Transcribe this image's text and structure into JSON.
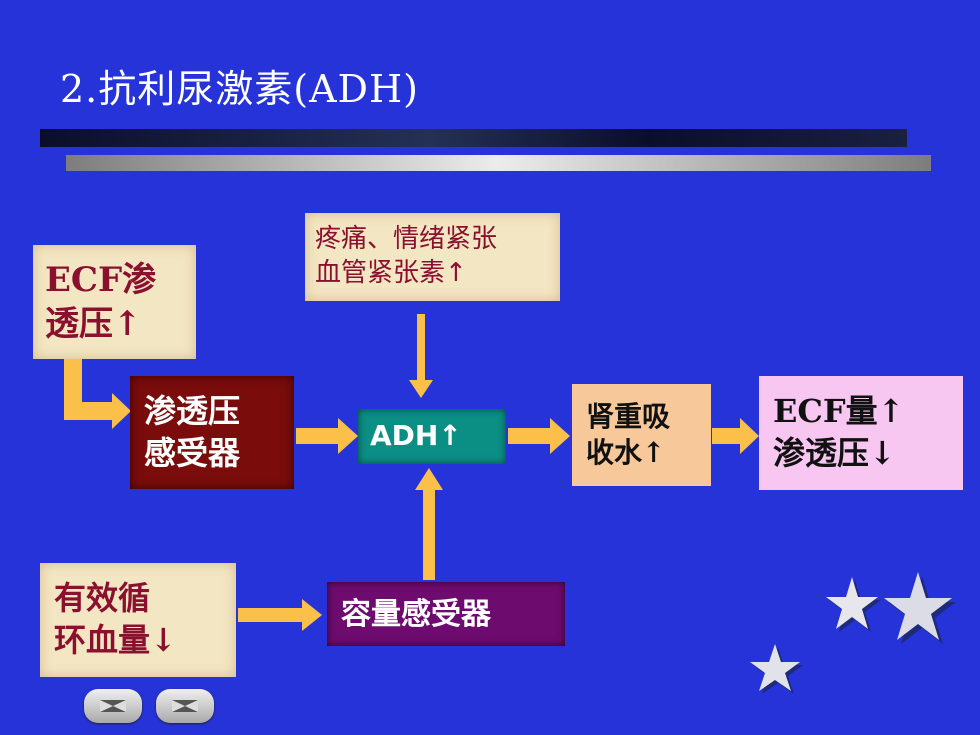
{
  "title": "2.抗利尿激素(ADH)",
  "boxes": {
    "ecf_osmotic": {
      "line1": "ECF渗",
      "line2": "透压↑"
    },
    "pain": {
      "line1": "疼痛、情绪紧张",
      "line2": "血管紧张素↑"
    },
    "osmoreceptor": {
      "line1": "渗透压",
      "line2": "感受器"
    },
    "adh": {
      "label": "ADH↑"
    },
    "kidney": {
      "line1": "肾重吸",
      "line2": "收水↑"
    },
    "ecf_result": {
      "line1": "ECF量↑",
      "line2": "渗透压↓"
    },
    "circulation": {
      "line1": "有效循",
      "line2": "环血量↓"
    },
    "volume_receptor": {
      "label": "容量感受器"
    }
  },
  "colors": {
    "background": "#2633d9",
    "arrow": "#fbc04a",
    "osmoreceptor_box": "#7a0c0c",
    "adh_box": "#0b8f85",
    "kidney_box": "#f7c89a",
    "ecf_result_box": "#f7c7f2",
    "volume_receptor_box": "#6e0b6e"
  },
  "icons": [
    "star-icon",
    "star-icon",
    "star-icon",
    "prev-nav-icon",
    "next-nav-icon"
  ]
}
